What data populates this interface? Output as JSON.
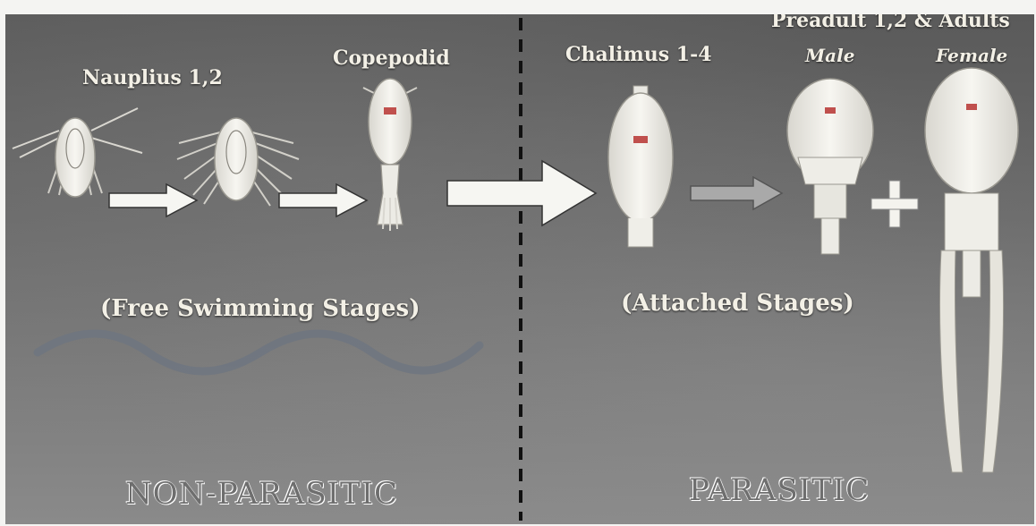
{
  "title": "Preadult 1,2 & Adults",
  "stages": {
    "nauplius": "Nauplius 1,2",
    "copepodid": "Copepodid",
    "chalimus": "Chalimus 1-4",
    "male": "Male",
    "female": "Female"
  },
  "groups": {
    "free_swimming": "(Free Swimming Stages)",
    "attached": "(Attached Stages)"
  },
  "sections": {
    "non_parasitic": "NON-PARASITIC",
    "parasitic": "PARASITIC"
  },
  "icons": [
    "nauplius-icon",
    "copepodid-icon",
    "chalimus-icon",
    "male-louse-icon",
    "female-louse-icon",
    "arrow-icon",
    "plus-icon",
    "wave-icon"
  ],
  "colors": {
    "background": "#666666",
    "label": "#f3f0e6",
    "arrow_white": "#f6f6f2",
    "arrow_gray": "#a9a9a9",
    "wave": "#6f7680",
    "divider": "#111111"
  }
}
